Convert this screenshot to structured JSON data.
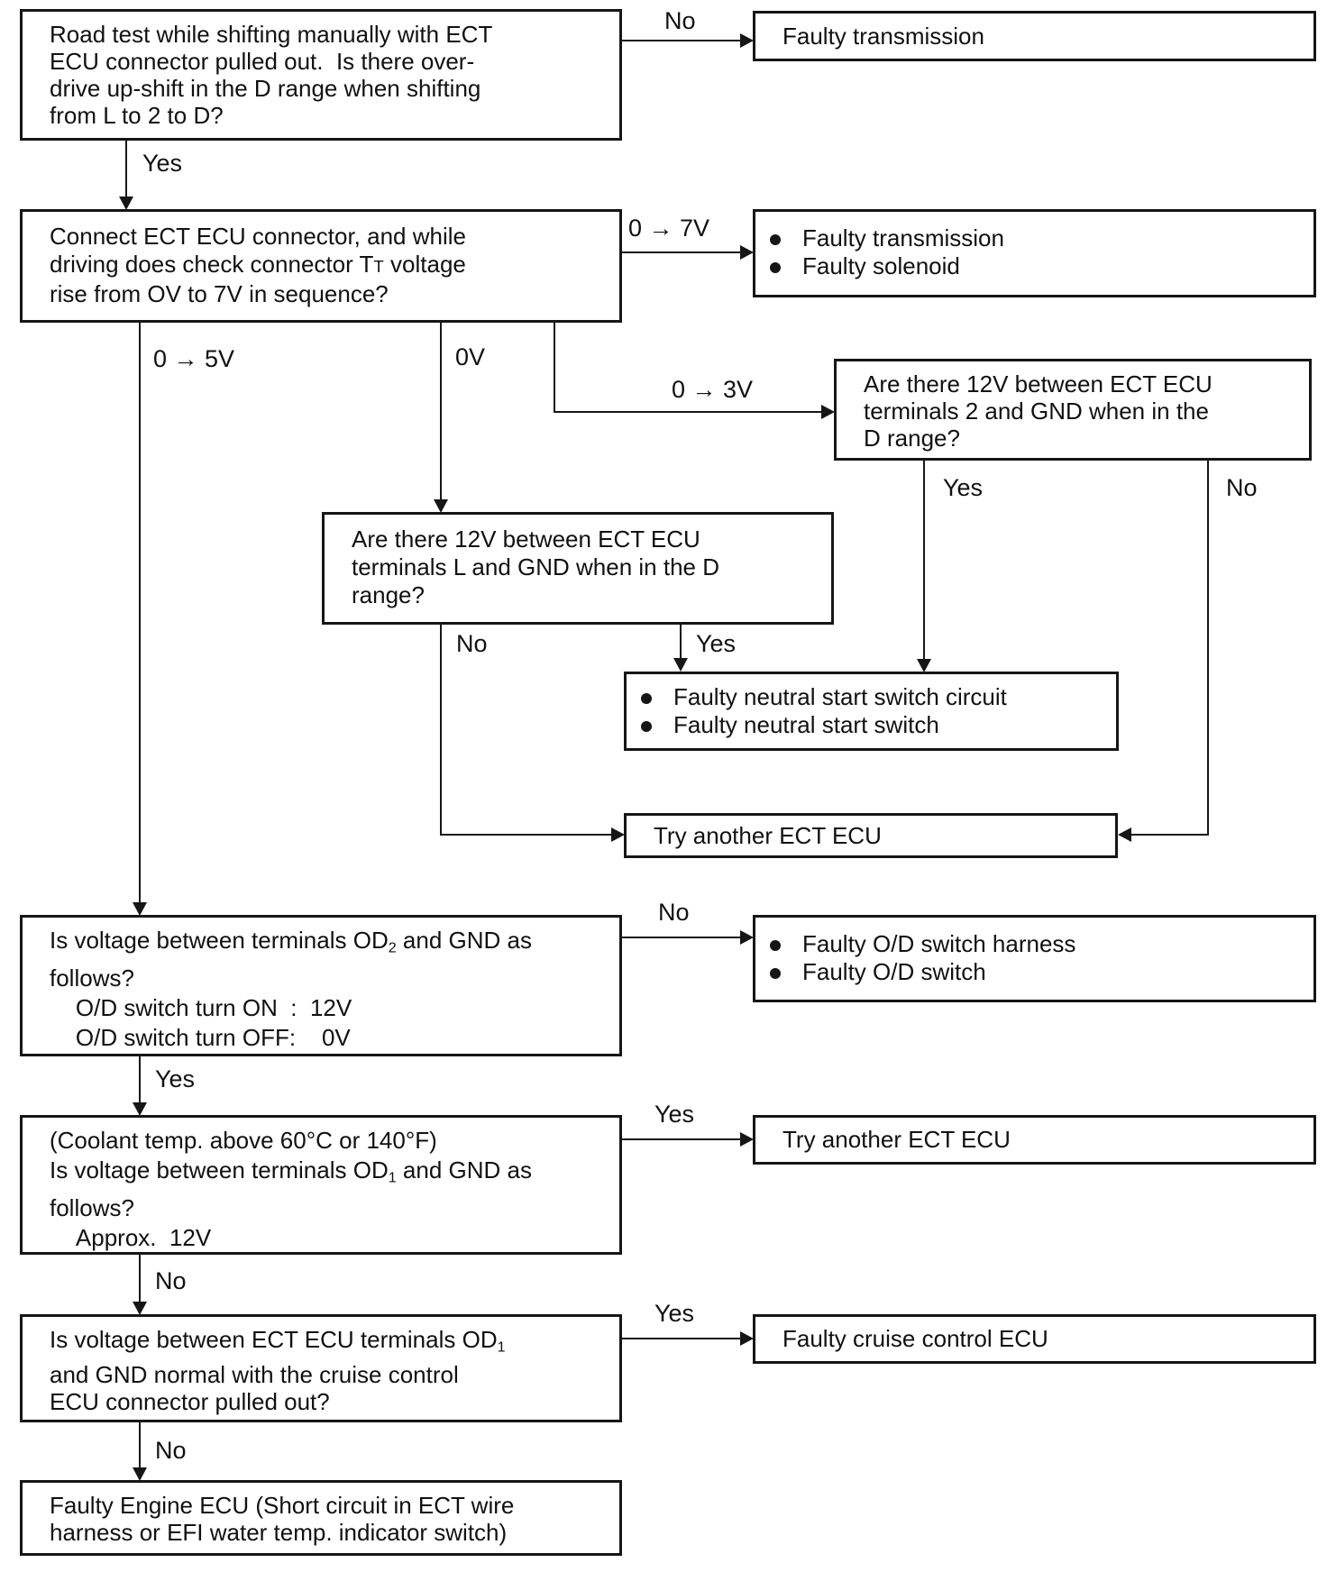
{
  "boxes": {
    "road_test": {
      "lines": [
        "Road test while shifting manually with ECT",
        "ECU connector pulled out.  Is there over-",
        "drive up-shift in the D range when shifting",
        "from L to 2 to D?"
      ]
    },
    "faulty_transmission": {
      "text": "Faulty transmission"
    },
    "connect_ecu": {
      "lines": [
        "Connect ECT ECU connector, and while",
        [
          {
            "t": "driving does check connector T"
          },
          {
            "t": "T",
            "style": "sc"
          },
          {
            "t": " voltage"
          }
        ],
        "rise from OV to 7V in sequence?"
      ]
    },
    "faulty_trans_solenoid": {
      "bullets": [
        "Faulty transmission",
        "Faulty solenoid"
      ]
    },
    "check_12v_terminal_2": {
      "lines": [
        "Are there 12V between ECT ECU",
        "terminals 2 and GND when in the",
        "D range?"
      ]
    },
    "check_12v_terminal_l": {
      "lines": [
        "Are there 12V between ECT ECU",
        "terminals L and GND when in the D",
        "range?"
      ]
    },
    "faulty_neutral_switch": {
      "bullets": [
        "Faulty neutral start switch circuit",
        "Faulty neutral start switch"
      ]
    },
    "try_another_ect_ecu_1": {
      "text": "Try another ECT ECU"
    },
    "check_od2": {
      "lines": [
        [
          {
            "t": "Is voltage between terminals OD"
          },
          {
            "t": "2",
            "style": "sub"
          },
          {
            "t": " and GND as"
          }
        ],
        "follows?",
        "    O/D switch turn ON  :  12V",
        "    O/D switch turn OFF:    0V"
      ]
    },
    "faulty_od_switch": {
      "bullets": [
        "Faulty O/D switch harness",
        "Faulty O/D switch"
      ]
    },
    "coolant_od1": {
      "lines": [
        "(Coolant temp. above 60°C or 140°F)",
        [
          {
            "t": "Is voltage between terminals OD"
          },
          {
            "t": "1",
            "style": "sub"
          },
          {
            "t": " and GND as"
          }
        ],
        "follows?",
        "    Approx.  12V"
      ]
    },
    "try_another_ect_ecu_2": {
      "text": "Try another ECT ECU"
    },
    "cruise_od1": {
      "lines": [
        [
          {
            "t": "Is voltage between ECT ECU terminals OD"
          },
          {
            "t": "1",
            "style": "sub"
          }
        ],
        "and GND normal with the cruise control",
        "ECU connector pulled out?"
      ]
    },
    "faulty_cruise_ecu": {
      "text": "Faulty cruise control ECU"
    },
    "faulty_engine_ecu": {
      "lines": [
        "Faulty Engine ECU (Short circuit in ECT wire",
        "harness or EFI water temp. indicator switch)"
      ]
    }
  },
  "edge_labels": {
    "a_no": "No",
    "a_yes": "Yes",
    "c_07": "0 → 7V",
    "c_05": "0 → 5V",
    "c_0": "0V",
    "c_03": "0 → 3V",
    "e_yes": "Yes",
    "e_no": "No",
    "f_no": "No",
    "f_yes": "Yes",
    "k_no": "No",
    "k_yes": "Yes",
    "m_yes": "Yes",
    "m_no": "No",
    "o_yes": "Yes",
    "o_no": "No"
  },
  "colors": {
    "ink": "#161616",
    "background": "#ffffff"
  }
}
